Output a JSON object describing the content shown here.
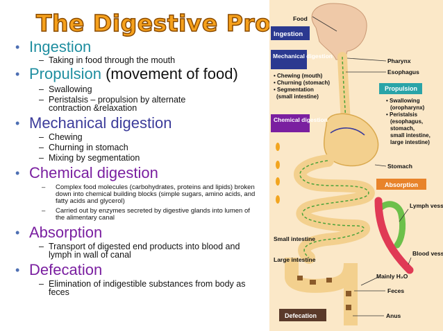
{
  "title": "The Digestive Process",
  "sections": [
    {
      "heading": "Ingestion",
      "heading_extra": "",
      "items": [
        "Taking in food through the mouth"
      ]
    },
    {
      "heading": "Propulsion",
      "heading_extra": "(movement of food)",
      "items": [
        "Swallowing",
        "Peristalsis – propulsion by alternate contraction &relaxation"
      ]
    },
    {
      "heading": "Mechanical digestion",
      "heading_extra": "",
      "items": [
        "Chewing",
        "Churning in stomach",
        "Mixing by segmentation"
      ]
    },
    {
      "heading": "Chemical digestion",
      "heading_extra": "",
      "items": [
        "Complex food molecules (carbohydrates, proteins and lipids) broken down into chemical building blocks (simple sugars, amino acids, and fatty acids and glycerol)",
        "Carried out by enzymes secreted by digestive glands into lumen of the alimentary canal"
      ]
    },
    {
      "heading": "Absorption",
      "heading_extra": "",
      "items": [
        "Transport of digested end products into blood and lymph in wall of canal"
      ]
    },
    {
      "heading": "Defecation",
      "heading_extra": "",
      "items": [
        "Elimination of indigestible substances from body as feces"
      ]
    }
  ],
  "diagram": {
    "labels": {
      "food": "Food",
      "pharynx": "Pharynx",
      "esophagus": "Esophagus",
      "stomach": "Stomach",
      "lymph_vessel": "Lymph vessel",
      "blood_vessel": "Blood vessel",
      "mainly_h2o": "Mainly H₂O",
      "feces": "Feces",
      "anus": "Anus",
      "small_intestine": "Small intestine",
      "large_intestine": "Large intestine"
    },
    "boxes": {
      "ingestion": "Ingestion",
      "mechanical": "Mechanical digestion",
      "mechanical_items": [
        "• Chewing (mouth)",
        "• Churning (stomach)",
        "• Segmentation",
        "(small intestine)"
      ],
      "propulsion": "Propulsion",
      "propulsion_items": [
        "• Swallowing",
        "(oropharynx)",
        "• Peristalsis",
        "(esophagus,",
        "stomach,",
        "small intestine,",
        "large intestine)"
      ],
      "chemical": "Chemical digestion",
      "absorption": "Absorption",
      "defecation": "Defecation"
    }
  },
  "colors": {
    "teal": "#1f8ea0",
    "blue": "#3b3b9a",
    "purple": "#7a1fa0",
    "orange_title": "#f6a11c",
    "box_navy": "#2b3990",
    "box_teal": "#2aa4a8",
    "box_orange": "#e8832a",
    "box_brown": "#5a3a2a",
    "panel": "#fbe8c8",
    "tract": "#f3d08e",
    "blood": "#e03a55",
    "lymph": "#6cc04a"
  }
}
